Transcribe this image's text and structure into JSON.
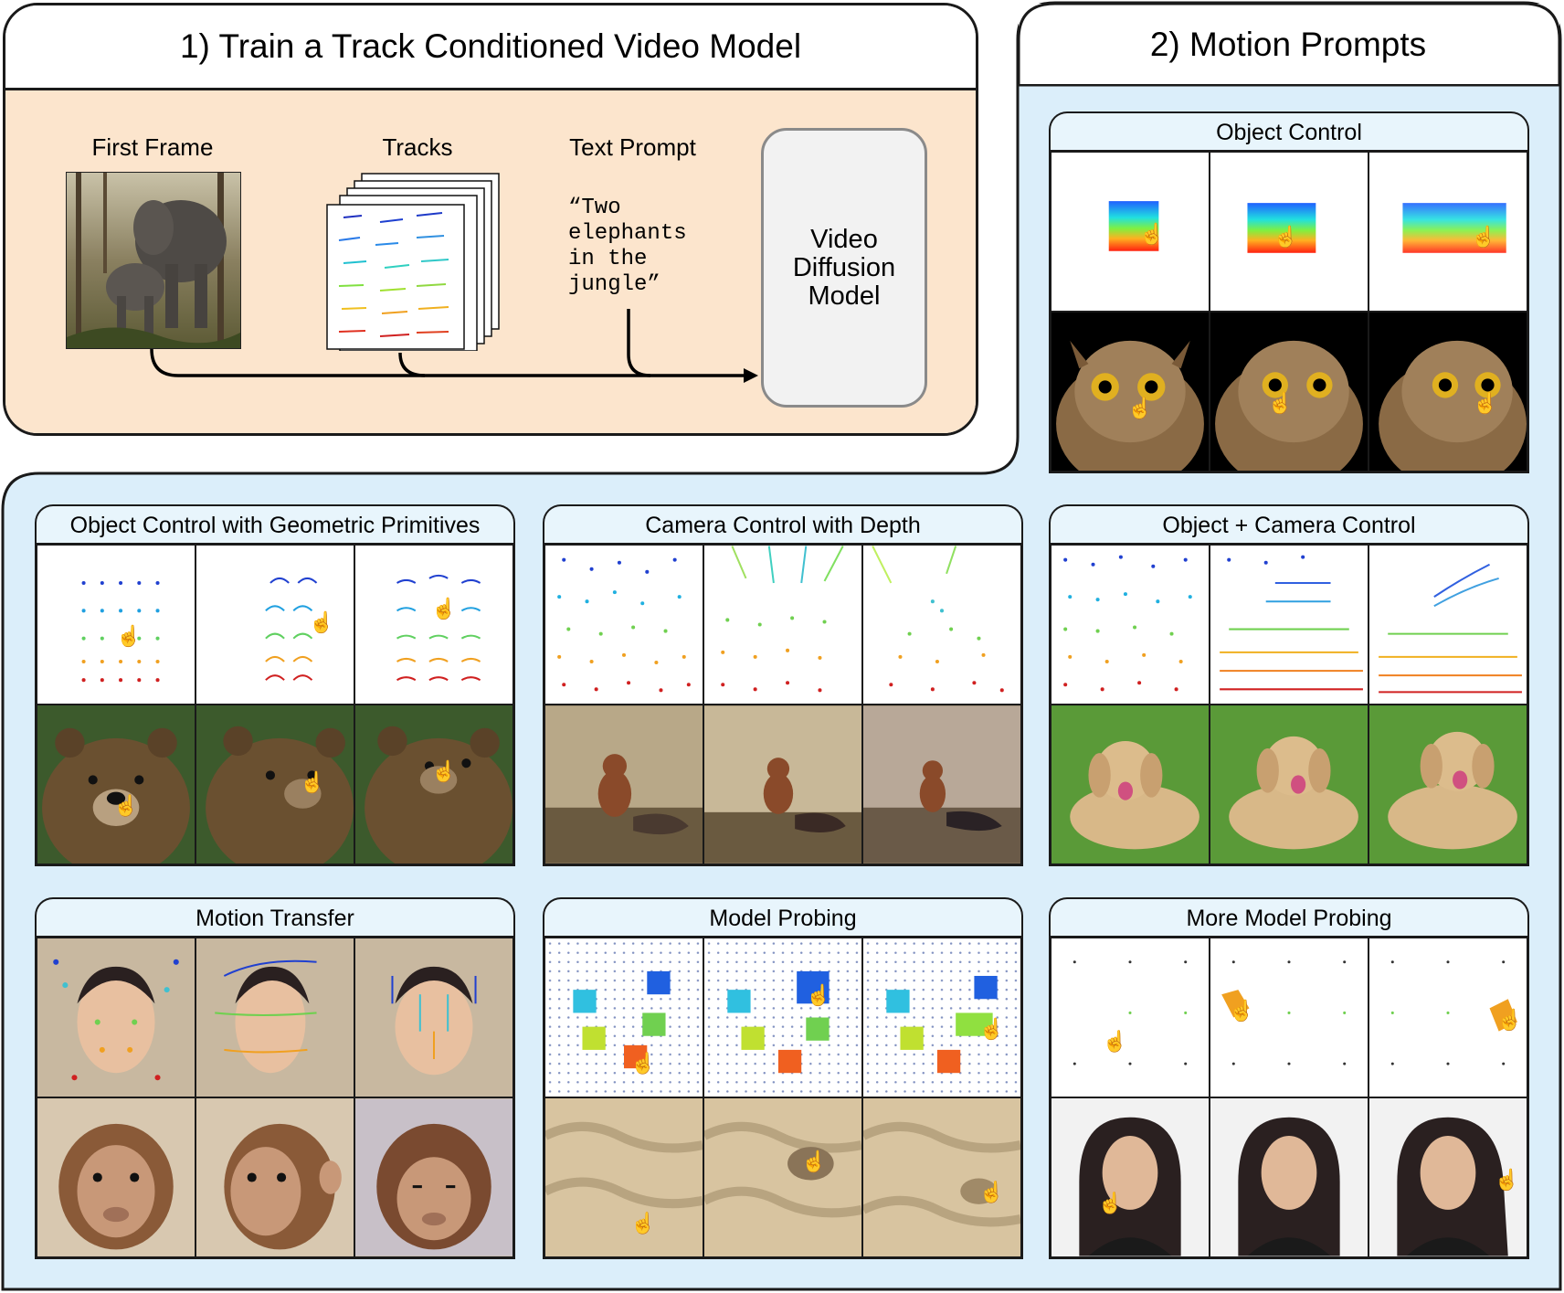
{
  "section1": {
    "title": "1) Train a Track Conditioned Video Model",
    "inputs": {
      "first_frame": "First Frame",
      "tracks": "Tracks",
      "text_prompt": "Text Prompt",
      "prompt_text": "“Two\nelephants\nin the\njungle”"
    },
    "model": "Video\nDiffusion\nModel"
  },
  "section2": {
    "title": "2) Motion Prompts",
    "panels": [
      {
        "title": "Object Control",
        "bottom": "owl"
      },
      {
        "title": "Object Control with Geometric Primitives",
        "bottom": "bear"
      },
      {
        "title": "Camera Control with Depth",
        "bottom": "squirrel"
      },
      {
        "title": "Object + Camera Control",
        "bottom": "dog"
      },
      {
        "title": "Motion Transfer",
        "bottom": "monkey"
      },
      {
        "title": "Model Probing",
        "bottom": "sand"
      },
      {
        "title": "More Model Probing",
        "bottom": "woman"
      }
    ]
  },
  "colors": {
    "section1_bg": "#fce5cd",
    "section2_bg": "#dbeefa",
    "panel_tab": "#e8f5fc",
    "model_box": "#f2f2f2"
  },
  "icons": [
    "hand-cursor-icon"
  ]
}
